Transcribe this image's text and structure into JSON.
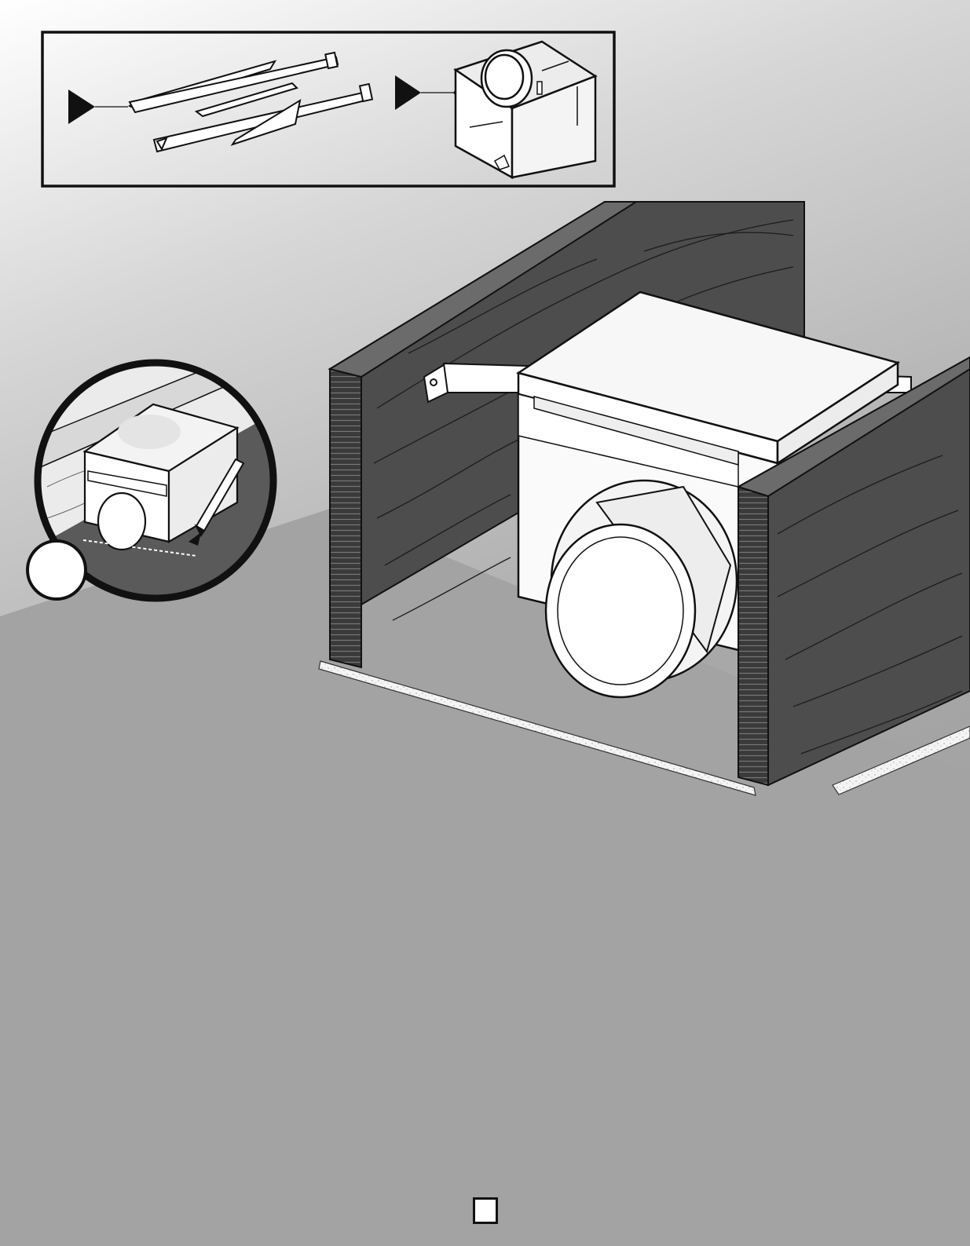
{
  "colors": {
    "outline": "#111111",
    "joist_dark": "#4a4a4a",
    "joist_top": "#6f6f6f",
    "joist_end": "#3a3a3a",
    "ceiling": "#a4a4a4",
    "ceiling_edge": "#f4f4f4",
    "housing": "#ffffff",
    "housing_shade": "#e8e8e8",
    "housing_dark": "#d2d2d2",
    "detail_bg": "#ebebeb",
    "detail_wood": "#dadada"
  },
  "icons": {
    "pointer_left": "triangle-pointer-icon",
    "pointer_right": "triangle-pointer-icon",
    "pencil": "pencil-icon",
    "arrow": "arrow-icon",
    "tape": "tape-roll-icon",
    "keyhole": "keyhole-slot-icon"
  },
  "steps": [
    {
      "id": "mark-outline",
      "label": ""
    },
    {
      "id": "cut-opening",
      "label": ""
    },
    {
      "id": "attach-hanger-bars",
      "label": ""
    },
    {
      "id": "connect-duct",
      "label": ""
    },
    {
      "id": "tape-duct",
      "label": ""
    },
    {
      "id": "secure-to-joist",
      "label": ""
    },
    {
      "id": "mark-keyhole",
      "label": ""
    }
  ],
  "page_number": ""
}
